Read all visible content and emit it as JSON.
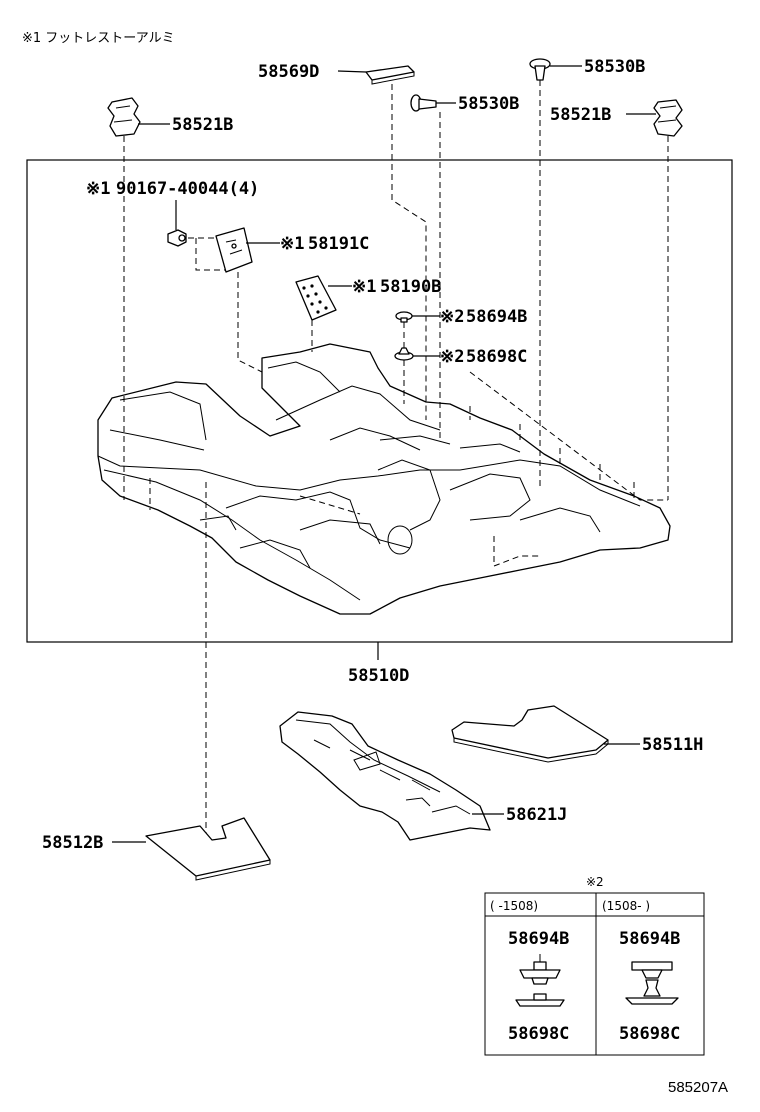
{
  "header_note": "※1 フットレストーアルミ",
  "parts": {
    "p58569D": "58569D",
    "p58530B_top": "58530B",
    "p58530B_mid": "58530B",
    "p58521B_left": "58521B",
    "p58521B_right": "58521B",
    "p90167": "90167-40044(4)",
    "p58191C": "58191C",
    "p58190B": "58190B",
    "p58694B": "58694B",
    "p58698C": "58698C",
    "p58510D": "58510D",
    "p58511H": "58511H",
    "p58621J": "58621J",
    "p58512B": "58512B"
  },
  "marks": {
    "m1_90167": "※1",
    "m1_58191C": "※1",
    "m1_58190B": "※1",
    "m2_58694B": "※2",
    "m2_58698C": "※2"
  },
  "inset": {
    "mark": "※2",
    "col_left_header": "(     -1508)",
    "col_right_header": "(1508-     )",
    "left_top": "58694B",
    "left_bottom": "58698C",
    "right_top": "58694B",
    "right_bottom": "58698C"
  },
  "ref_code": "585207A"
}
